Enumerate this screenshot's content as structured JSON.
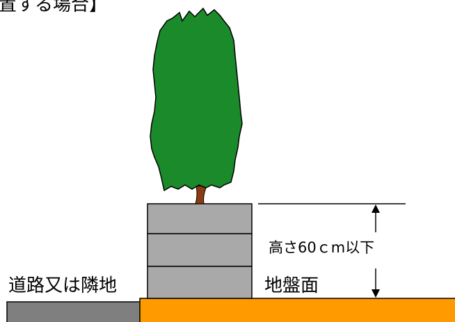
{
  "title": "置する場合】",
  "labels": {
    "road_or_neighbor": "道路又は隣地",
    "ground_surface": "地盤面",
    "height_limit": "高さ60ｃm以下"
  },
  "colors": {
    "foliage": "#1a8a2a",
    "trunk": "#8b3a12",
    "block": "#a9a9a9",
    "ground": "#ff9a00",
    "road": "#7f7f7f"
  }
}
